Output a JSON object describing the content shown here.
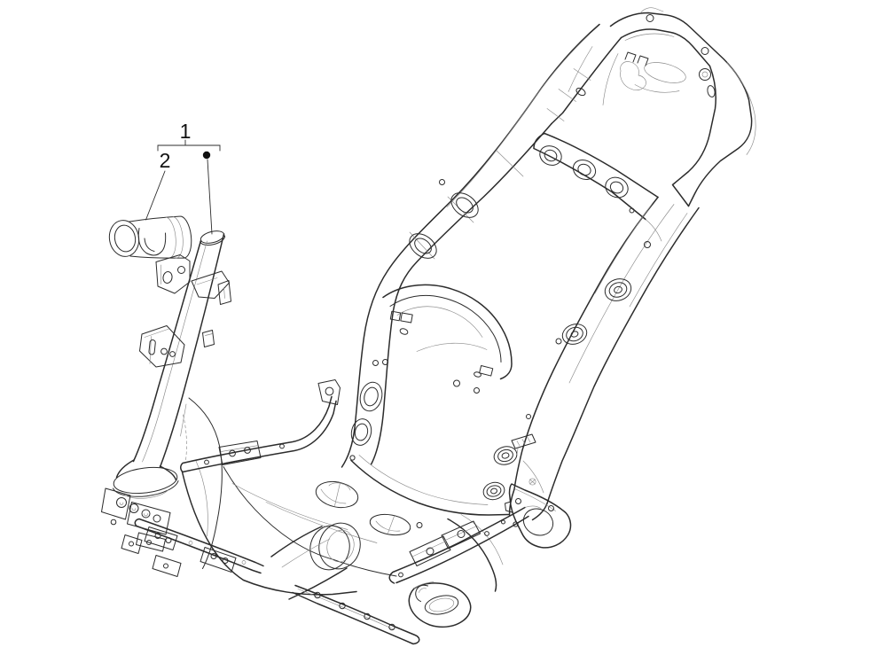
{
  "canvas": {
    "background_color": "#ffffff",
    "line_color": "#2c2c2c",
    "description": "black-and-white technical parts line drawing of a scooter frame"
  },
  "callouts": {
    "one": {
      "label": "1",
      "marker": "filled-dot",
      "points_to": "frame-body"
    },
    "two": {
      "label": "2",
      "marker": "leader-line",
      "points_to": "steering-tube-bushing"
    }
  }
}
